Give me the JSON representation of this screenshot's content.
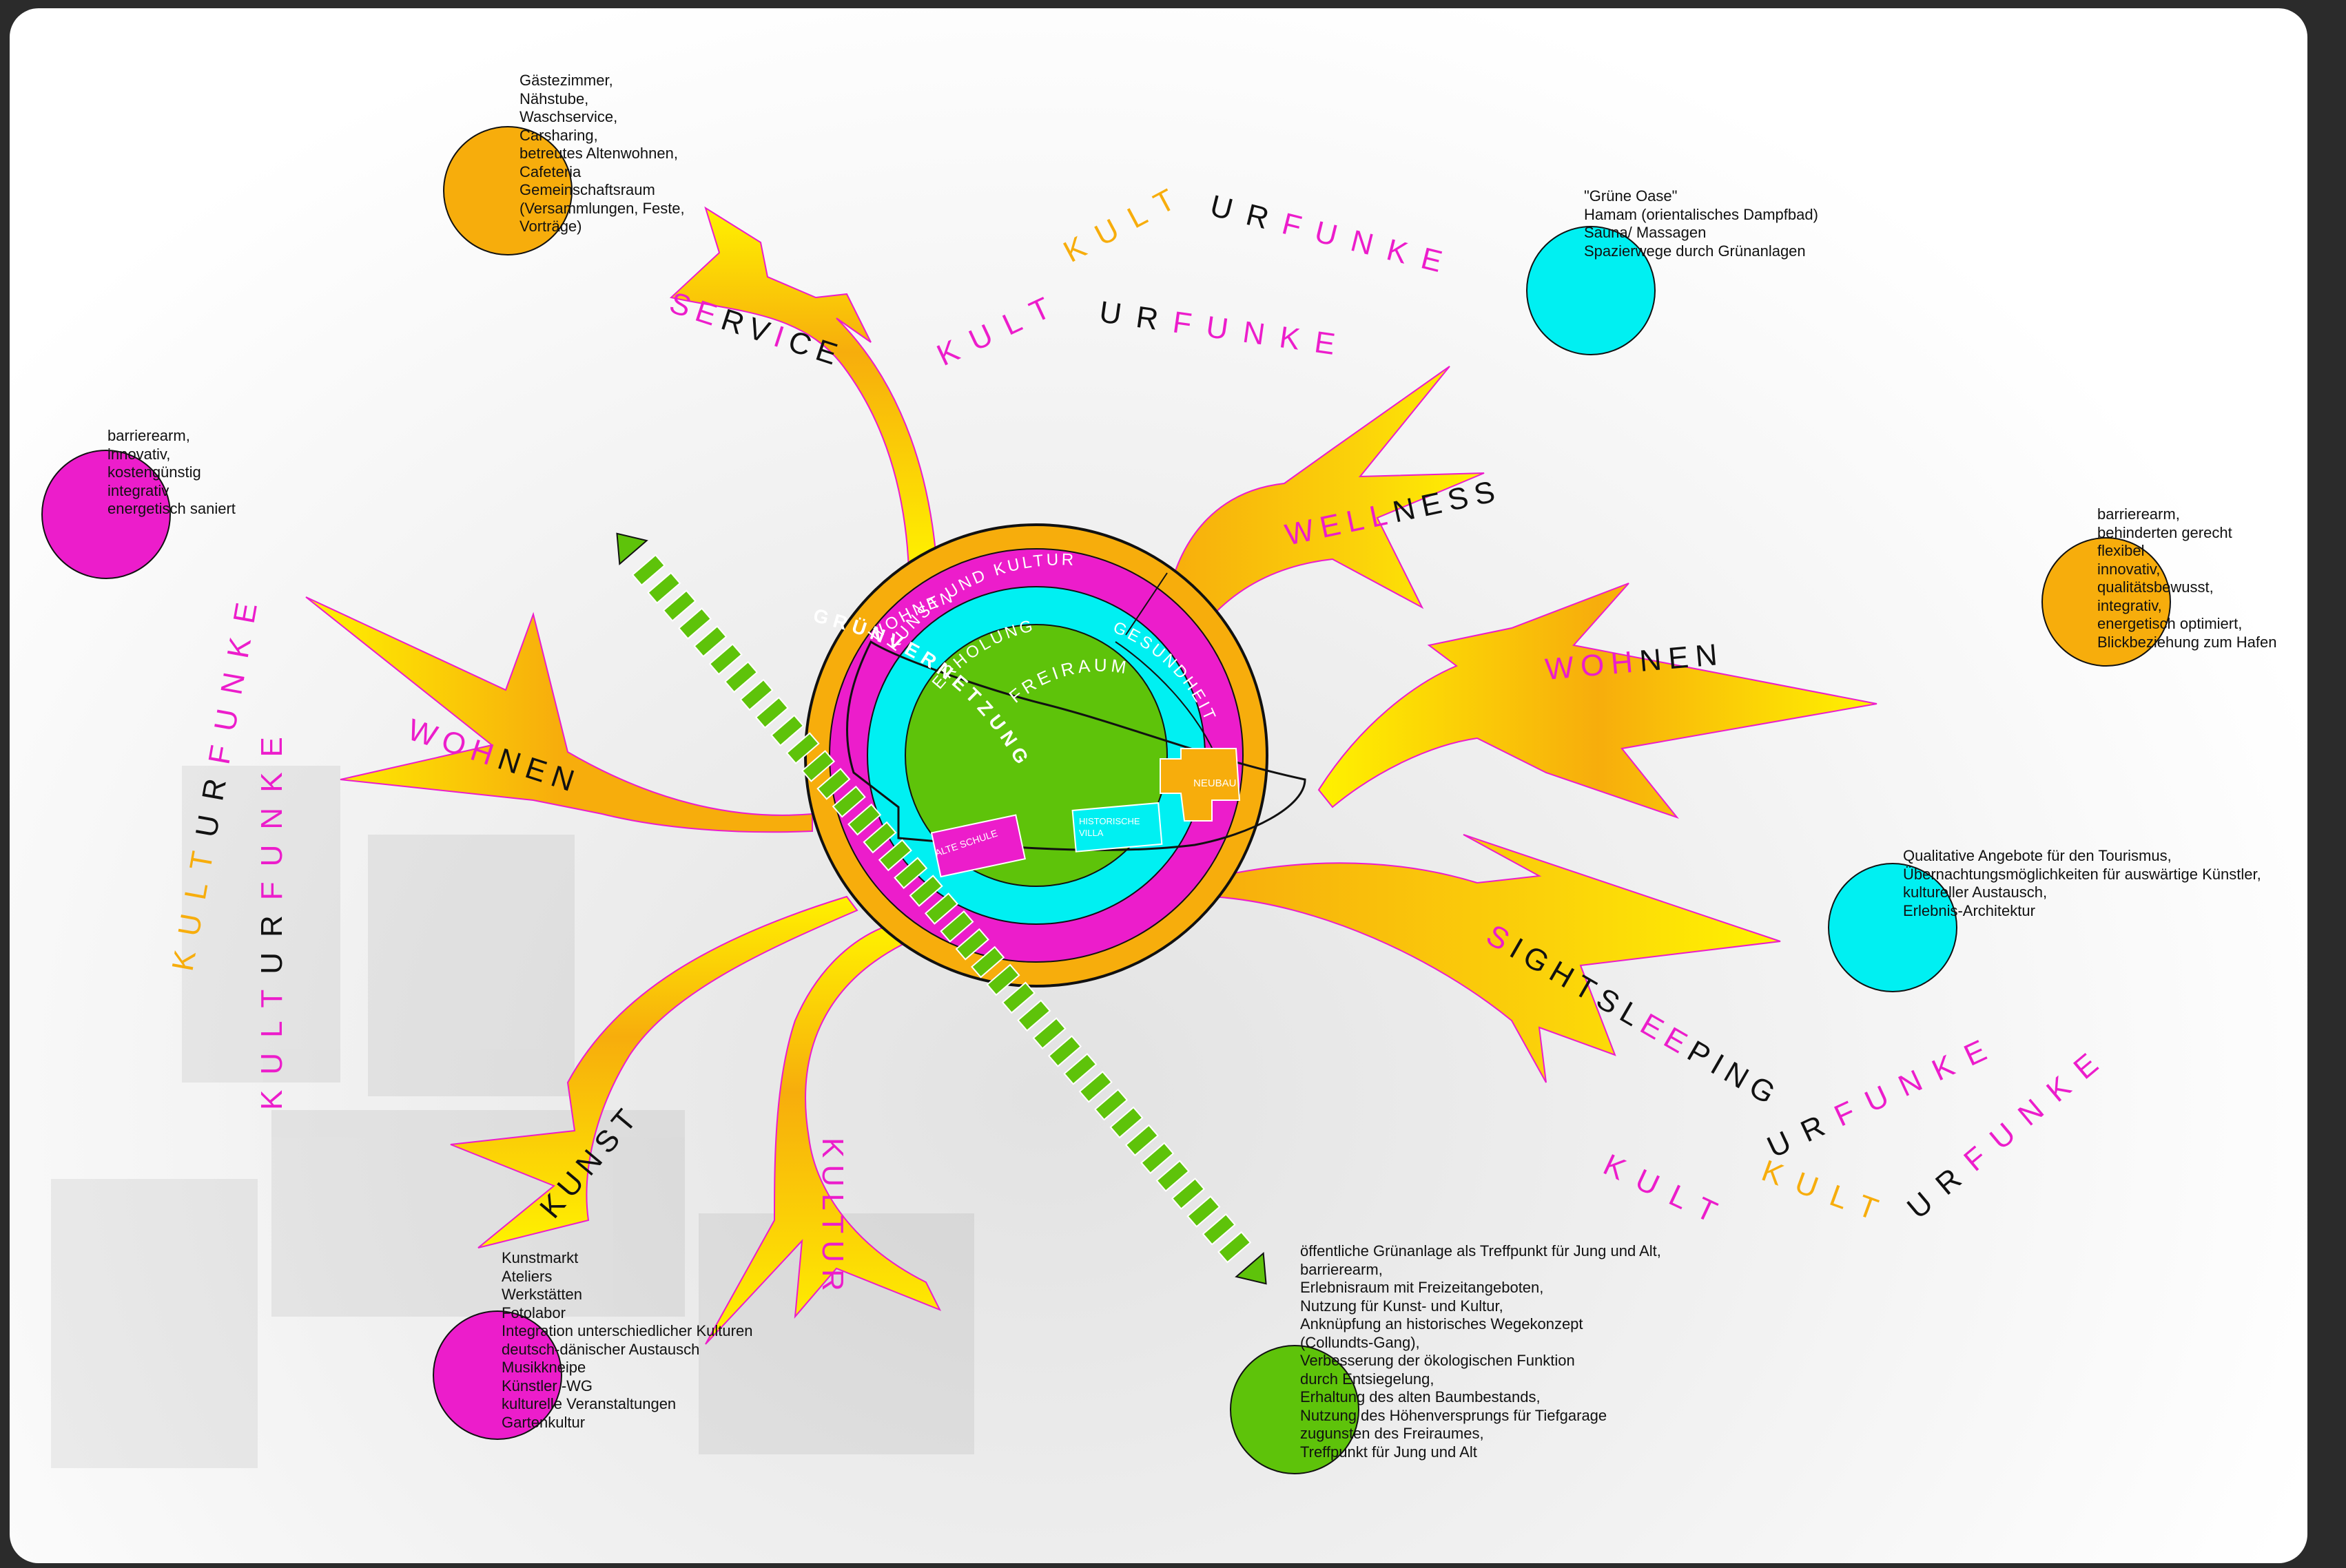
{
  "colors": {
    "orange": "#f7ad0c",
    "yellow": "#fff200",
    "magenta": "#ec1dcb",
    "cyan": "#00f0f2",
    "green": "#5ec30a",
    "black": "#111111"
  },
  "center": {
    "rings": {
      "wohnen": "WOHNEN",
      "kunst_kultur": "KUNST UND KULTUR",
      "erholung": "ERHOLUNG",
      "gesundheit": "GESUNDHEIT",
      "freiraum": "FREIRAUM"
    },
    "buildings": {
      "neubau": "NEUBAU",
      "alte_schule": "ALTE SCHULE",
      "historische_villa_1": "HISTORISCHE",
      "historische_villa_2": "VILLA"
    },
    "vernetzung": "G R Ü N V E R N E T Z U N G"
  },
  "arms": {
    "service": {
      "p1": "SE",
      "p2": "RV",
      "p3": "I",
      "p4": "CE"
    },
    "wellness": {
      "p1": "WELL",
      "p2": "N",
      "p3": "ESS"
    },
    "wohnen_right": {
      "p1": "WOH",
      "p2": "NEN"
    },
    "wohnen_left": {
      "p1": "WOH",
      "p2": "NEN"
    },
    "sightsleeping": {
      "p1": "S",
      "p2": "IGHTSL",
      "p3": "EE",
      "p4": "PING"
    },
    "kunst": "KUNST",
    "kultur": "KULTUR"
  },
  "kulturfunke": {
    "kult": "KULT",
    "ur": "UR",
    "funke": "FUNKE"
  },
  "notes": {
    "service": [
      "Gästezimmer,",
      "Nähstube,",
      "Waschservice,",
      "Carsharing,",
      "betreutes Altenwohnen,",
      "Cafeteria",
      "Gemeinschaftsraum",
      "(Versammlungen, Feste,",
      "Vorträge)"
    ],
    "wellness": [
      "\"Grüne Oase\"",
      "Hamam (orientalisches Dampfbad)",
      "Sauna/ Massagen",
      "Spazierwege durch Grünanlagen"
    ],
    "wohnen_left": [
      "barrierearm,",
      "innovativ,",
      "kostengünstig",
      "integrativ",
      "energetisch saniert"
    ],
    "wohnen_right": [
      "barrierearm,",
      "behinderten gerecht",
      "flexibel",
      "innovativ,",
      "qualitätsbewusst,",
      "integrativ,",
      "energetisch optimiert,",
      "Blickbeziehung zum Hafen"
    ],
    "sightsleeping": [
      "Qualitative Angebote für den Tourismus,",
      "Übernachtungsmöglichkeiten für auswärtige Künstler,",
      "kultureller Austausch,",
      "Erlebnis-Architektur"
    ],
    "kunst": [
      "Kunstmarkt",
      "Ateliers",
      "Werkstätten",
      "Fotolabor",
      "Integration unterschiedlicher Kulturen",
      "deutsch-dänischer Austausch",
      "Musikkneipe",
      "Künstler -WG",
      "kulturelle Veranstaltungen",
      "Gartenkultur"
    ],
    "freiraum": [
      "öffentliche Grünanlage als Treffpunkt für Jung und Alt,",
      "barrierearm,",
      "Erlebnisraum mit Freizeitangeboten,",
      "Nutzung für Kunst- und Kultur,",
      "Anknüpfung an historisches Wegekonzept",
      "(Collundts-Gang),",
      "Verbesserung der ökologischen Funktion",
      "durch Entsiegelung,",
      "Erhaltung des alten Baumbestands,",
      "Nutzung des Höhenversprungs für Tiefgarage",
      "zugunsten des Freiraumes,",
      "Treffpunkt für Jung und Alt"
    ]
  }
}
